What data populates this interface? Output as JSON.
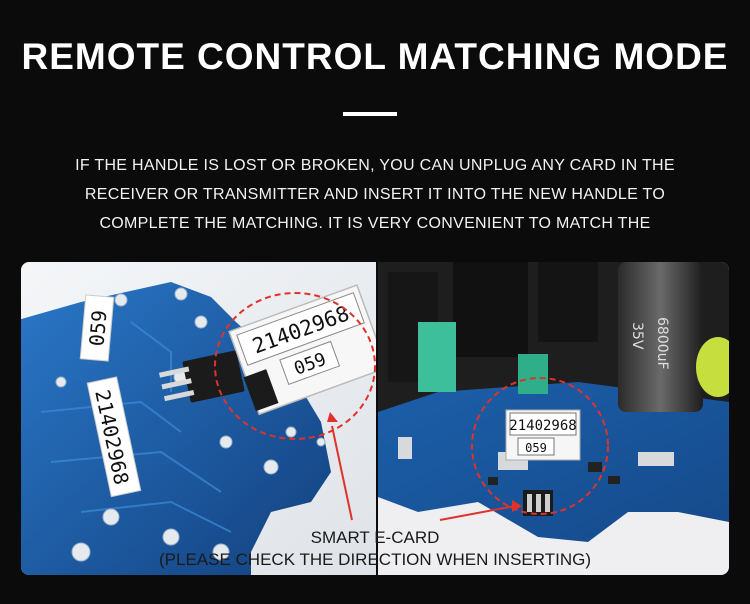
{
  "header": {
    "title": "REMOTE CONTROL MATCHING MODE"
  },
  "description": {
    "lines": [
      "IF THE HANDLE IS LOST OR BROKEN, YOU CAN UNPLUG ANY CARD IN THE",
      "RECEIVER OR TRANSMITTER AND INSERT IT INTO THE NEW HANDLE TO",
      "COMPLETE THE MATCHING. IT IS VERY CONVENIENT TO MATCH THE"
    ]
  },
  "left_photo": {
    "card_serial": "21402968",
    "card_code": "059",
    "board_label_code": "059",
    "board_label_serial": "21402968"
  },
  "right_photo": {
    "card_serial": "21402968",
    "card_code": "059",
    "capacitor_text_1": "35V",
    "capacitor_text_2": "6800uF"
  },
  "caption": {
    "line1": "SMART E-CARD",
    "line2": "(PLEASE CHECK THE DIRECTION WHEN INSERTING)"
  },
  "colors": {
    "background": "#0b0b0b",
    "pcb_blue": "#1d5fa8",
    "callout_red": "#e0322b"
  }
}
